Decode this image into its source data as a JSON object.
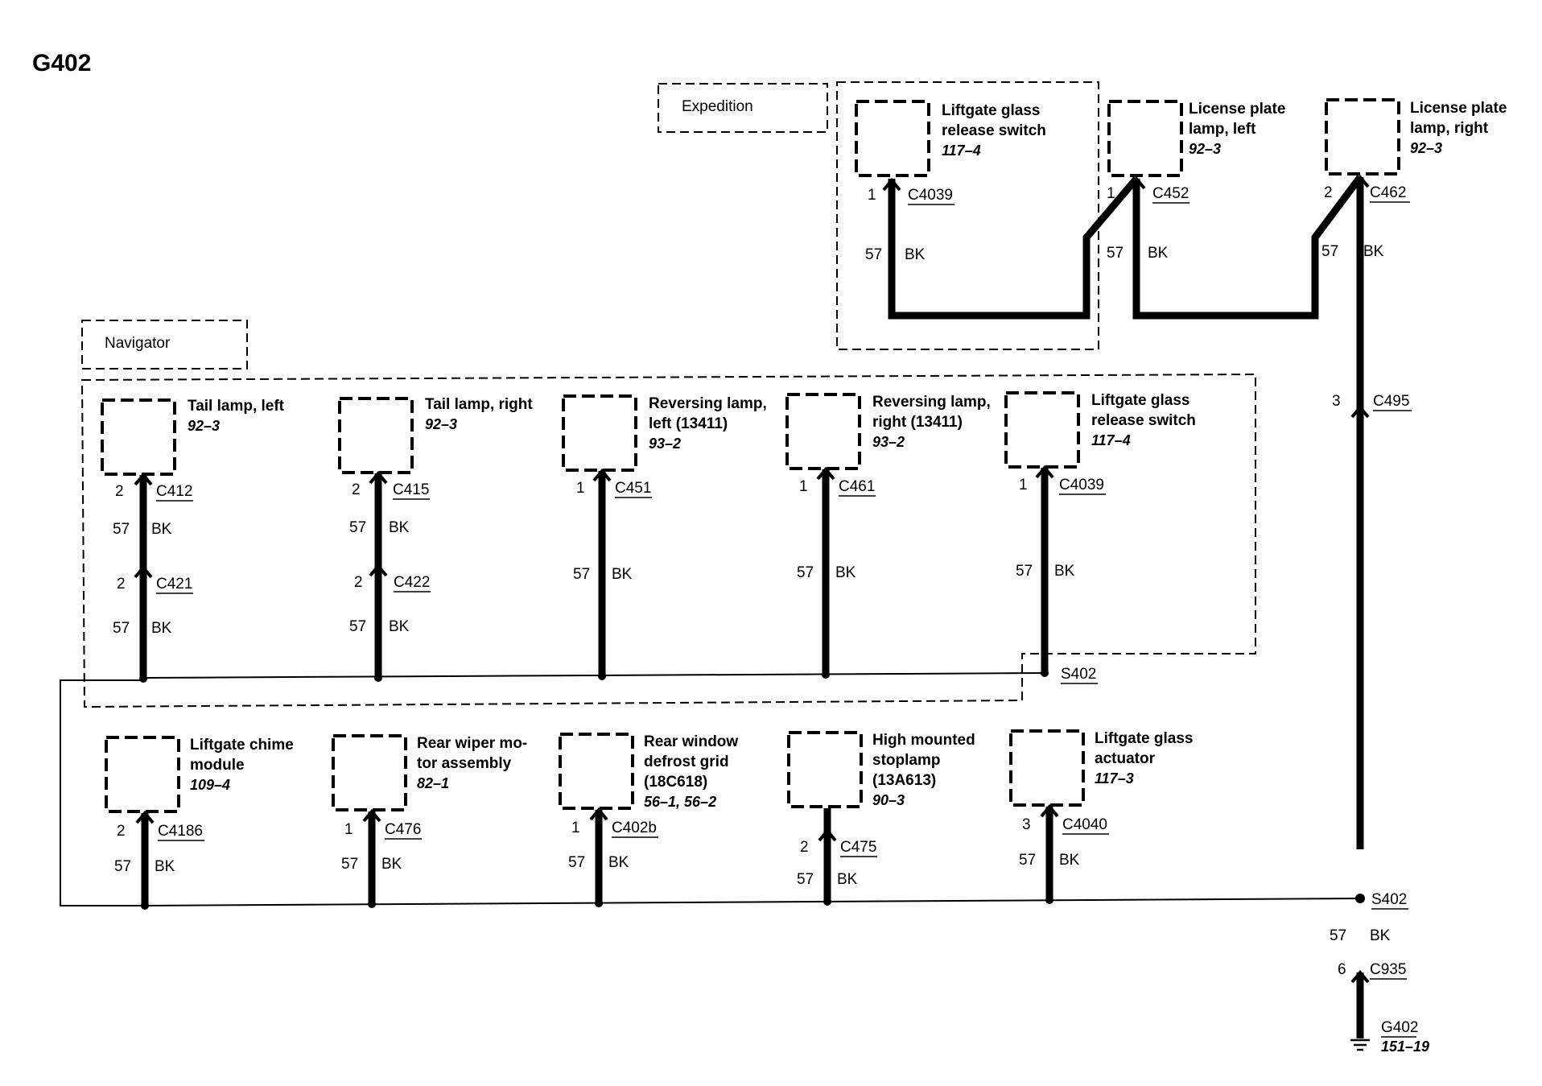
{
  "title": "G402",
  "groups": {
    "expedition": "Expedition",
    "navigator": "Navigator"
  },
  "top": {
    "liftgate_switch": {
      "name": [
        "Liftgate glass",
        "release switch"
      ],
      "ref": "117–4",
      "pin": "1",
      "conn": "C4039",
      "circuit": "57",
      "color": "BK"
    },
    "lp_left": {
      "name": [
        "License plate",
        "lamp, left"
      ],
      "ref": "92–3",
      "pin": "1",
      "conn": "C452",
      "circuit": "57",
      "color": "BK"
    },
    "lp_right": {
      "name": [
        "License plate",
        "lamp, right"
      ],
      "ref": "92–3",
      "pin": "2",
      "conn": "C462",
      "circuit": "57",
      "color": "BK"
    }
  },
  "nav": [
    {
      "name": [
        "Tail lamp, left"
      ],
      "ref": "92–3",
      "pin": "2",
      "conn": "C412",
      "circuit": "57",
      "color": "BK",
      "pin2": "2",
      "conn2": "C421",
      "circuit2": "57",
      "color2": "BK"
    },
    {
      "name": [
        "Tail lamp, right"
      ],
      "ref": "92–3",
      "pin": "2",
      "conn": "C415",
      "circuit": "57",
      "color": "BK",
      "pin2": "2",
      "conn2": "C422",
      "circuit2": "57",
      "color2": "BK"
    },
    {
      "name": [
        "Reversing lamp,",
        "left (13411)"
      ],
      "ref": "93–2",
      "pin": "1",
      "conn": "C451",
      "circuit": "57",
      "color": "BK"
    },
    {
      "name": [
        "Reversing lamp,",
        "right (13411)"
      ],
      "ref": "93–2",
      "pin": "1",
      "conn": "C461",
      "circuit": "57",
      "color": "BK"
    },
    {
      "name": [
        "Liftgate glass",
        "release switch"
      ],
      "ref": "117–4",
      "pin": "1",
      "conn": "C4039",
      "circuit": "57",
      "color": "BK"
    }
  ],
  "splice_nav": "S402",
  "bottom": [
    {
      "name": [
        "Liftgate chime",
        "module"
      ],
      "ref": "109–4",
      "pin": "2",
      "conn": "C4186",
      "circuit": "57",
      "color": "BK"
    },
    {
      "name": [
        "Rear wiper mo-",
        "tor assembly"
      ],
      "ref": "82–1",
      "pin": "1",
      "conn": "C476",
      "circuit": "57",
      "color": "BK"
    },
    {
      "name": [
        "Rear window",
        "defrost grid",
        "(18C618)"
      ],
      "ref": "56–1, 56–2",
      "pin": "1",
      "conn": "C402b",
      "circuit": "57",
      "color": "BK"
    },
    {
      "name": [
        "High mounted",
        "stoplamp",
        "(13A613)"
      ],
      "ref": "90–3",
      "pin": "2",
      "conn": "C475",
      "circuit": "57",
      "color": "BK"
    },
    {
      "name": [
        "Liftgate glass",
        "actuator"
      ],
      "ref": "117–3",
      "pin": "3",
      "conn": "C4040",
      "circuit": "57",
      "color": "BK"
    }
  ],
  "trunk": {
    "c495_pin": "3",
    "c495": "C495",
    "splice": "S402",
    "circuit": "57",
    "color": "BK",
    "c935_pin": "6",
    "c935": "C935",
    "ground": "G402",
    "ground_ref": "151–19"
  }
}
